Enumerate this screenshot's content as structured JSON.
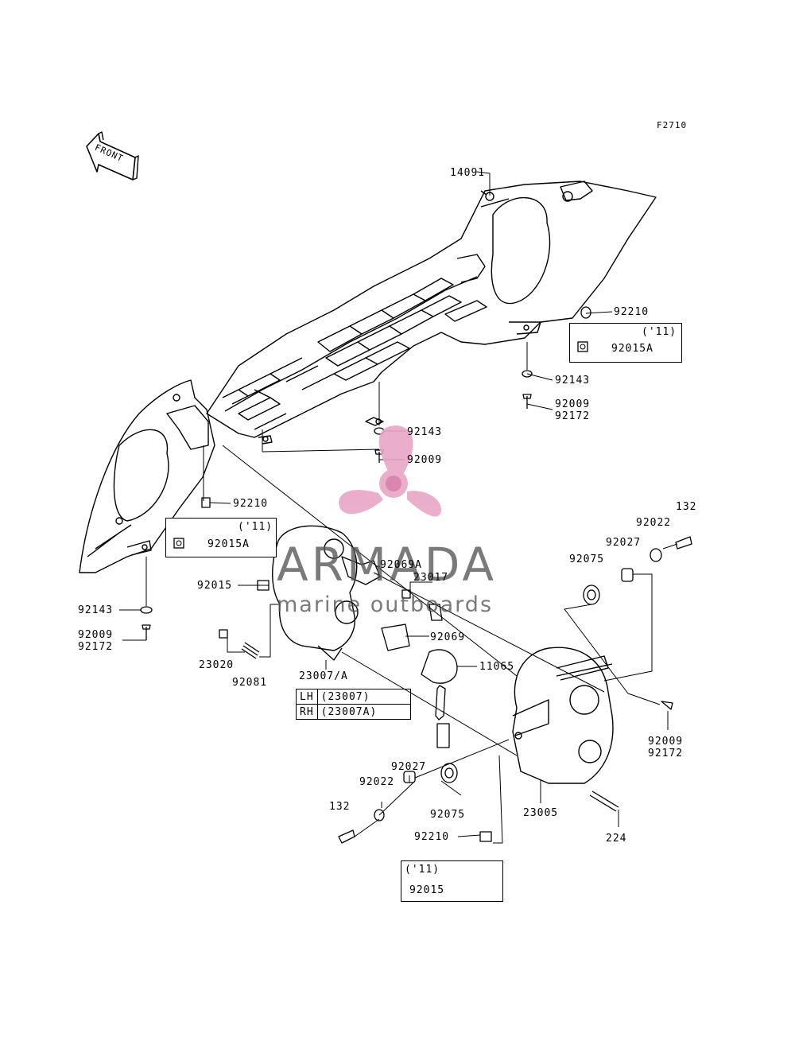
{
  "figure_code": "F2710",
  "front_arrow_label": "FRONT",
  "watermark": {
    "brand": "ARMADA",
    "tagline": "marine outboards",
    "colors": {
      "logo_pink": "#e8a6c6",
      "logo_text": "#555555"
    }
  },
  "parts": {
    "p14091": "14091",
    "p92210_r": "92210",
    "p92015A_r": "92015A",
    "p92143_r": "92143",
    "p92009_r": "92009",
    "p92172_r": "92172",
    "p92143_c": "92143",
    "p92009_c": "92009",
    "p92210_l": "92210",
    "p92015A_l": "92015A",
    "p92069A": "92069A",
    "p23017": "23017",
    "p92015_l": "92015",
    "p92143_l": "92143",
    "p92009_l": "92009",
    "p92172_l": "92172",
    "p23020": "23020",
    "p92081": "92081",
    "p23007A": "23007/A",
    "p92069": "92069",
    "p11065": "11065",
    "p132_r": "132",
    "p92022_r": "92022",
    "p92027_r": "92027",
    "p92075_r": "92075",
    "p92009_rb": "92009",
    "p92172_rb": "92172",
    "p92027_b": "92027",
    "p92022_b": "92022",
    "p132_b": "132",
    "p92075_b": "92075",
    "p23005": "23005",
    "p224": "224",
    "p92210_b": "92210",
    "p92015_b": "92015"
  },
  "year_notes": {
    "right": "('11)",
    "left": "('11)",
    "bottom": "('11)"
  },
  "side_table": [
    {
      "side": "LH",
      "part": "(23007)"
    },
    {
      "side": "RH",
      "part": "(23007A)"
    }
  ]
}
